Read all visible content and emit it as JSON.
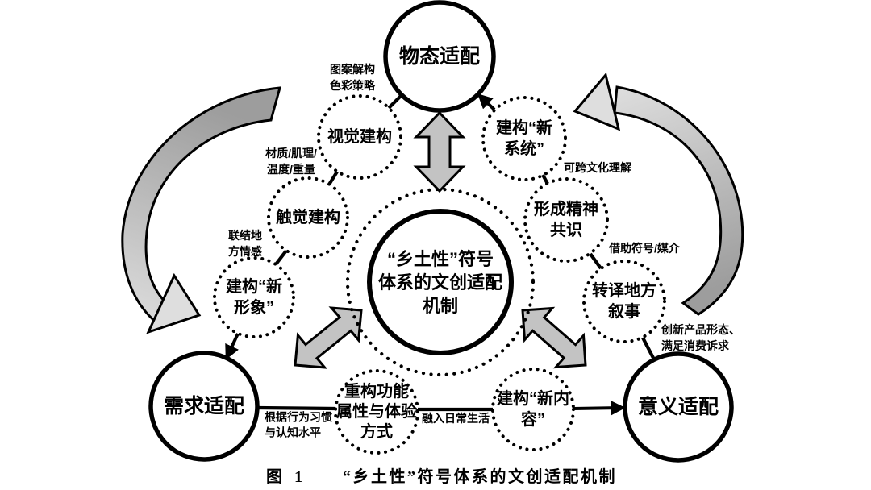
{
  "caption": {
    "prefix": "图 1",
    "text": "“乡土性”符号体系的文创适配机制"
  },
  "center_node": {
    "label": "“乡土性”符号\n体系的文创适配\n机制"
  },
  "main_nodes": {
    "material_adaptation": "物态适配",
    "demand_adaptation": "需求适配",
    "meaning_adaptation": "意义适配"
  },
  "sub_nodes": {
    "visual_construction": "视觉建构",
    "tactile_construction": "触觉建构",
    "new_image": "建构“新\n形象”",
    "new_system": "建构“新\n系统”",
    "spiritual_consensus": "形成精神\n共识",
    "translate_narrative": "转译地方\n叙事",
    "refactor_function": "重构功能\n属性与体验\n方式",
    "new_content": "建构“新内\n容”"
  },
  "edge_labels": {
    "pattern_color": "图案解构\n色彩策略",
    "material_texture": "材质/肌理/\n温度/重量",
    "local_emotion": "联结地\n方情感",
    "cross_culture": "可跨文化理解",
    "symbol_media": "借助符号/媒介",
    "product_innovation": "创新产品形态、\n满足消费诉求",
    "behavior_cognition": "根据行为习惯\n与认知水平",
    "daily_life": "融入日常生活"
  },
  "colors": {
    "ink": "#000000",
    "background": "#ffffff",
    "double_arrow_fill": "#c3c3c3",
    "arc_dark": "#9d9d9d",
    "arc_light": "#dedede"
  }
}
